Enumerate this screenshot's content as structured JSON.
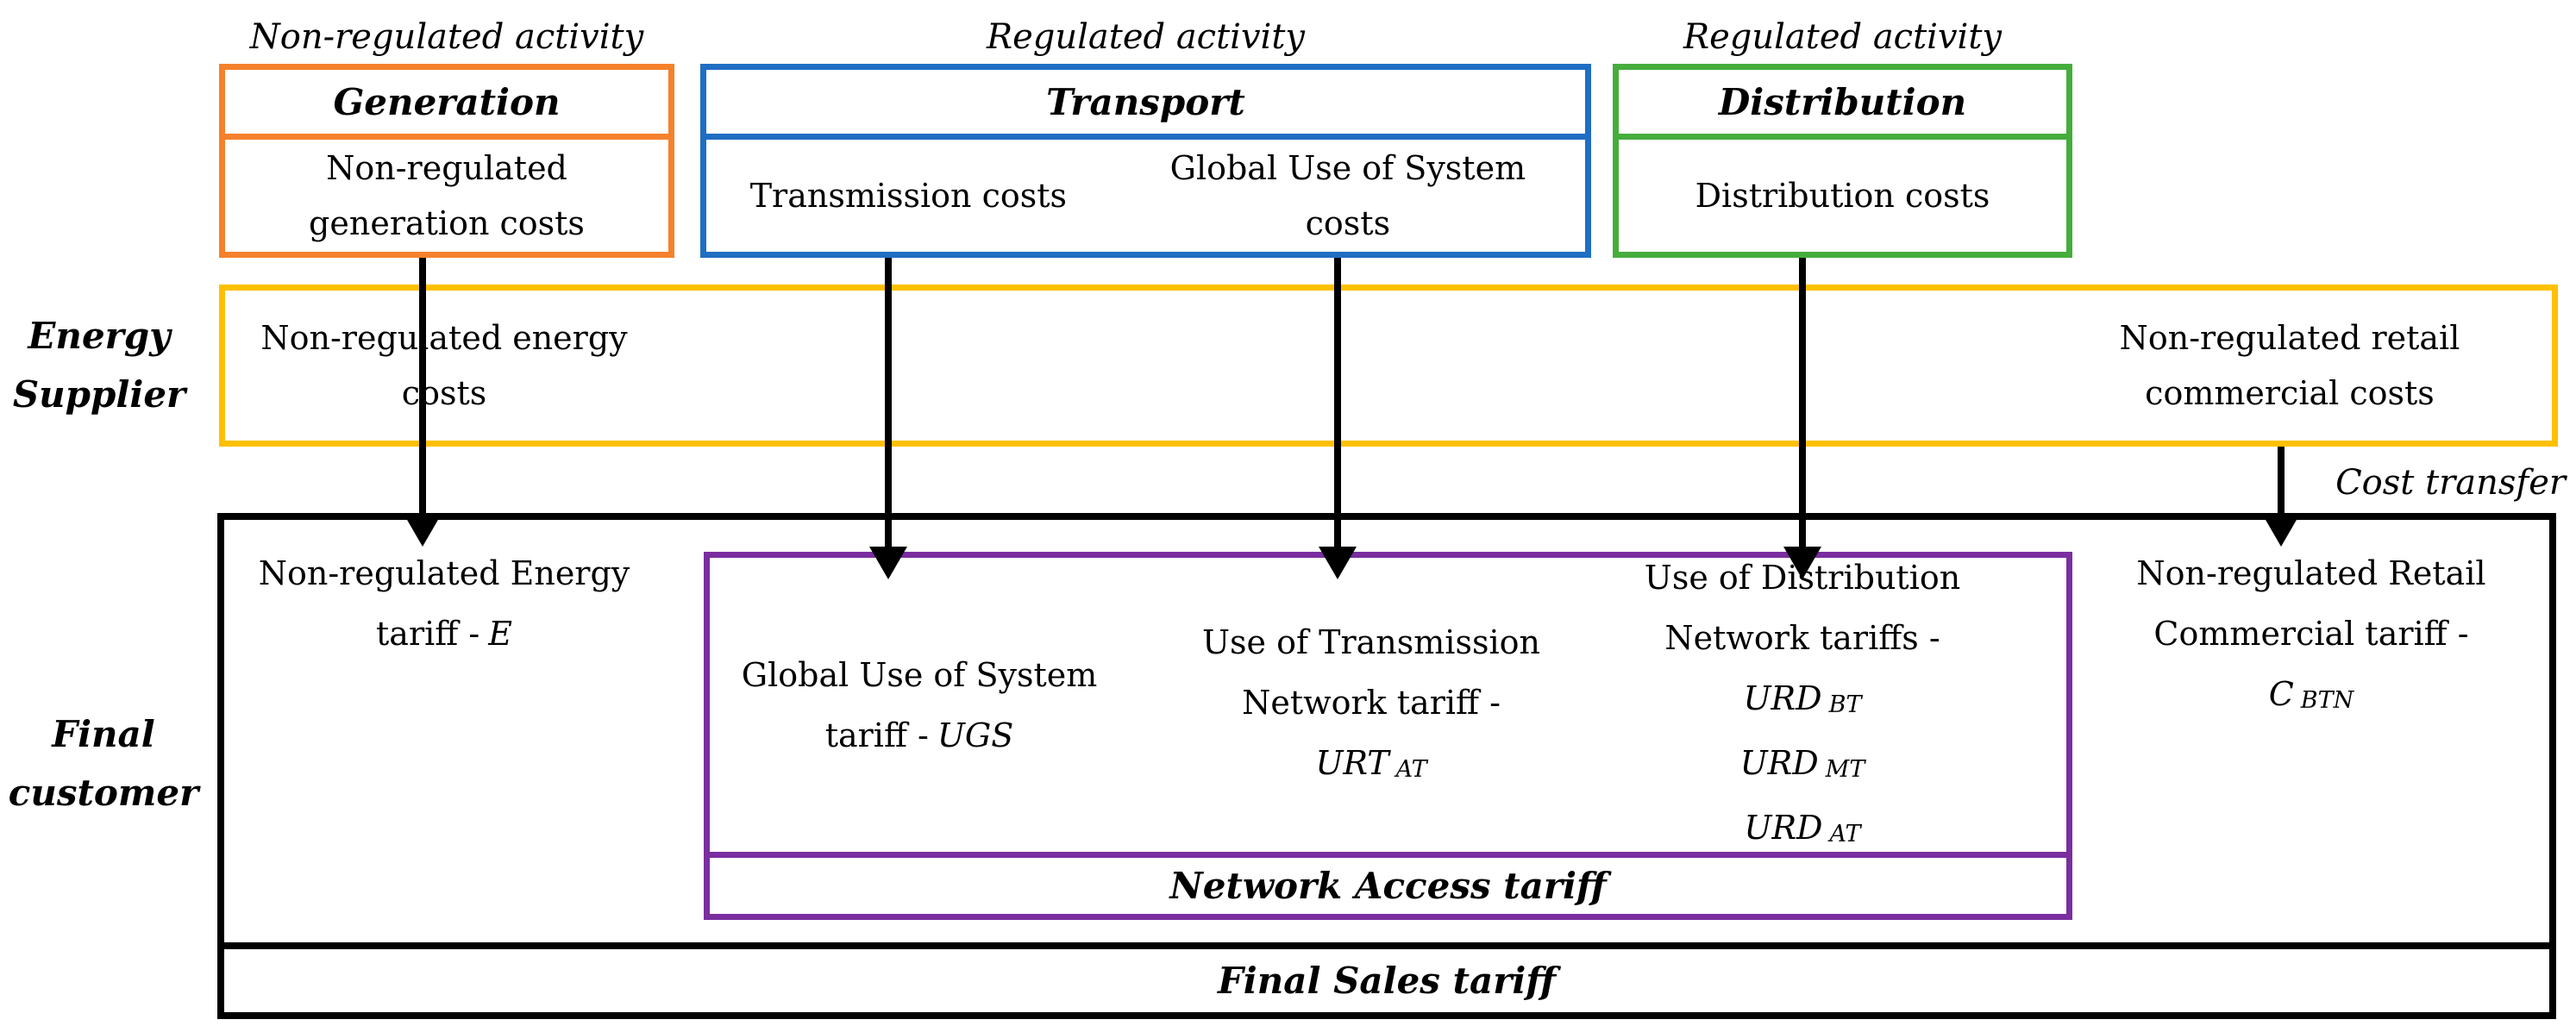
{
  "colors": {
    "generation_border": "#F5812C",
    "transport_border": "#1F6EC3",
    "distribution_border": "#45AD3C",
    "supplier_border": "#FFC000",
    "network_access_border": "#7A2EA0",
    "outline": "#000000"
  },
  "top_labels": {
    "generation": "Non-regulated activity",
    "transport": "Regulated activity",
    "distribution": "Regulated activity"
  },
  "top_boxes": {
    "generation": {
      "title": "Generation",
      "body": "Non-regulated generation costs"
    },
    "transport": {
      "title": "Transport",
      "left_cell": "Transmission costs",
      "right_cell": "Global Use of System costs"
    },
    "distribution": {
      "title": "Distribution",
      "body": "Distribution costs"
    }
  },
  "energy_supplier": {
    "label": "Energy Supplier",
    "left_text": "Non-regulated energy costs",
    "right_text": "Non-regulated retail commercial costs"
  },
  "cost_transfer_label": "Cost transfer",
  "final_customer": {
    "label": "Final customer",
    "energy_tariff": {
      "line1": "Non-regulated Energy",
      "line2_prefix": "tariff -",
      "symbol": "E"
    },
    "ugs_tariff": {
      "line1": "Global Use of System",
      "line2_prefix": "tariff -",
      "symbol": "UGS"
    },
    "urt_tariff": {
      "line1": "Use of Transmission",
      "line2": "Network tariff -",
      "symbol": "URT",
      "subscript": "AT"
    },
    "urd_tariffs": {
      "line1": "Use of Distribution",
      "line2": "Network tariffs -",
      "items": [
        {
          "symbol": "URD",
          "subscript": "BT"
        },
        {
          "symbol": "URD",
          "subscript": "MT"
        },
        {
          "symbol": "URD",
          "subscript": "AT"
        }
      ]
    },
    "retail_tariff": {
      "line1": "Non-regulated Retail",
      "line2": "Commercial tariff -",
      "symbol": "C",
      "subscript": "BTN"
    },
    "network_access_band": "Network Access tariff",
    "final_sales_band": "Final Sales tariff"
  }
}
